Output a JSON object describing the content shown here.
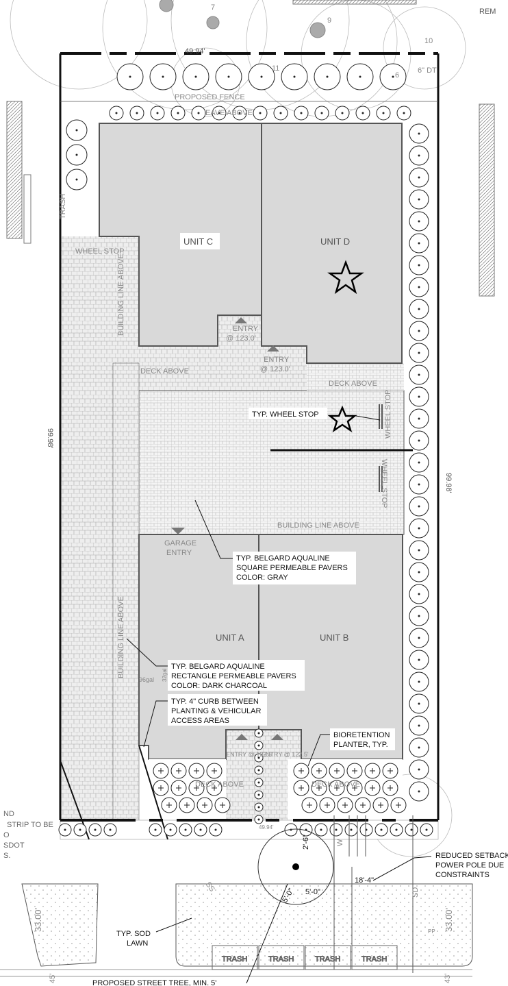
{
  "colors": {
    "building": "#d9d9d9",
    "building_stroke": "#555555",
    "line": "#111111",
    "faint": "#aaaaaa"
  },
  "units": {
    "c": "UNIT C",
    "d": "UNIT D",
    "a": "UNIT A",
    "b": "UNIT B"
  },
  "dimensions": {
    "top": "49.94'",
    "left": "99.98'",
    "right": "99.98'",
    "setback": "18'-4\"",
    "r1": "2'-6\"",
    "r2": "5'-0\"",
    "r3": "5'-0\"",
    "side_l": "33.00'",
    "side_r": "33.00'",
    "bottom_l": "45'",
    "bottom_r": "43'",
    "bottom_dim": "49.94'"
  },
  "tree_numbers": [
    "7",
    "9",
    "10",
    "11",
    "6"
  ],
  "gray_labels": {
    "fence": "PROPOSED FENCE",
    "eave": "EAVE ABOVE",
    "trash_top": "TRASH",
    "wheel_stop_left": "WHEEL STOP",
    "building_line_left_top": "BUILDING LINE ABOVE",
    "entry_c": "ENTRY",
    "entry_c_elev": "@ 123.0'",
    "entry_d": "ENTRY",
    "entry_d_elev": "@ 123.0'",
    "deck_above_left": "DECK ABOVE",
    "deck_above_right": "DECK ABOVE",
    "wheel_stop_1": "WHEEL STOP",
    "wheel_stop_2": "WHEEL STOP",
    "building_line_mid": "BUILDING LINE ABOVE",
    "garage_entry_1": "GARAGE",
    "garage_entry_2": "ENTRY",
    "building_line_left_bottom": "BUILDING LINE ABOVE",
    "bin_96": "96gal",
    "bin_32": "32gal",
    "entry_a": "ENTRY @ 122.5'",
    "entry_b": "ENTRY @ 122.5'",
    "deck_above_a": "DECK ABOVE",
    "deck_above_b": "DECK ABOVE",
    "trash": [
      "TRASH",
      "TRASH",
      "TRASH",
      "TRASH"
    ],
    "ss": "SS",
    "sd": "SD",
    "w": "W",
    "pp": "PP",
    "dt": "6\" DT"
  },
  "callouts": {
    "wheel_stop": "TYP. WHEEL STOP",
    "square_pavers": [
      "TYP. BELGARD AQUALINE",
      "SQUARE PERMEABLE PAVERS",
      "COLOR: GRAY"
    ],
    "rect_pavers": [
      "TYP. BELGARD AQUALINE",
      "RECTANGLE PERMEABLE PAVERS",
      "COLOR: DARK CHARCOAL"
    ],
    "curb": [
      "TYP. 4\" CURB BETWEEN",
      "PLANTING & VEHICULAR",
      "ACCESS AREAS"
    ],
    "bioretention": [
      "BIORETENTION",
      "PLANTER, TYP."
    ],
    "sod": [
      "TYP. SOD",
      "LAWN"
    ],
    "setback": [
      "REDUCED SETBACK",
      "POWER POLE DUE",
      "CONSTRAINTS"
    ],
    "street_tree": "PROPOSED STREET TREE, MIN. 5'",
    "remove": "REM",
    "left_note": [
      "ND",
      "STRIP TO BE",
      "O",
      "SDOT",
      "S."
    ]
  }
}
